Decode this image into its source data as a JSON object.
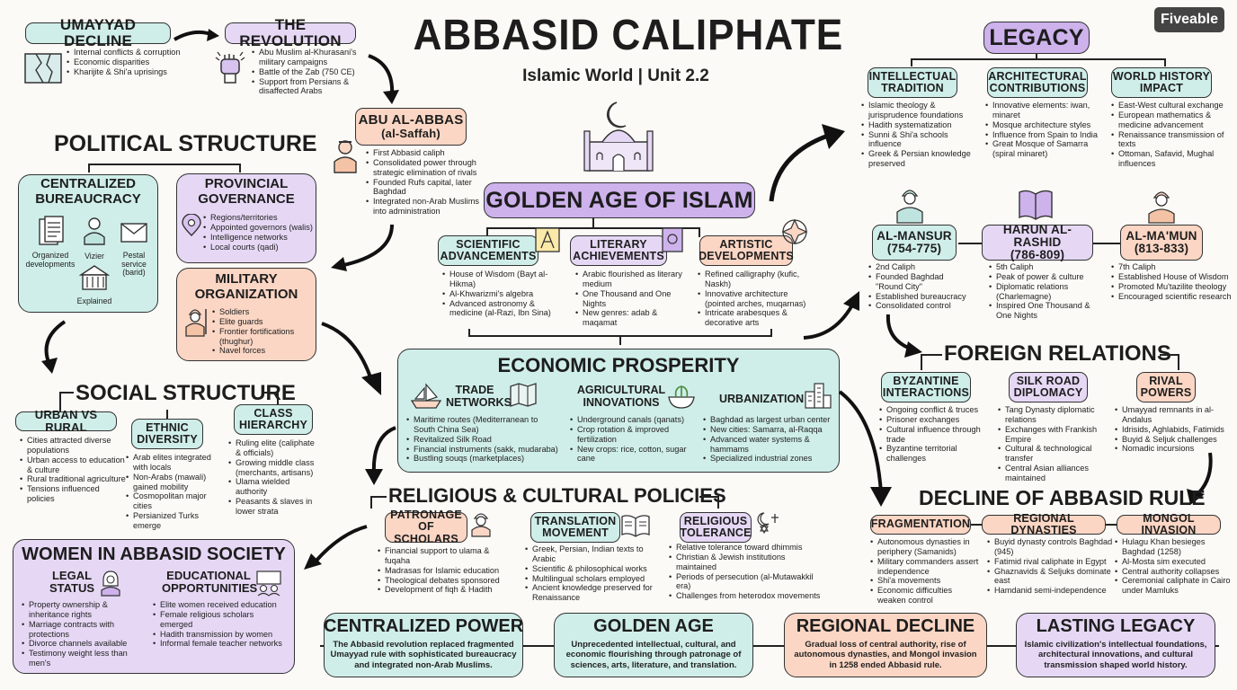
{
  "title": "ABBASID CALIPHATE",
  "subtitle": "Islamic World | Unit 2.2",
  "brand": "Fiveable",
  "colors": {
    "teal": "#cfeee9",
    "lavender": "#e6d8f5",
    "peach": "#fbd6c4",
    "ink": "#222222"
  },
  "umayyad": {
    "title": "UMAYYAD DECLINE",
    "items": [
      "Internal conflicts & corruption",
      "Economic disparities",
      "Kharijite & Shi'a uprisings"
    ]
  },
  "revolution": {
    "title": "THE REVOLUTION",
    "items": [
      "Abu Muslim al-Khurasani's military campaigns",
      "Battle of the Zab (750 CE)",
      "Support from Persians & disaffected Arabs"
    ]
  },
  "abu": {
    "title": "ABU AL-ABBAS",
    "sub": "(al-Saffah)",
    "items": [
      "First Abbasid caliph",
      "Consolidated power through strategic elimination of rivals",
      "Founded Rufs capital, later Baghdad",
      "Integrated non-Arab Muslims into administration"
    ]
  },
  "political": {
    "title": "POLITICAL STRUCTURE",
    "central": {
      "title": "CENTRALIZED BUREAUCRACY",
      "icons": [
        "Organized developments",
        "Vizier",
        "Pestal service (barid)",
        "Explained"
      ]
    },
    "provincial": {
      "title": "PROVINCIAL GOVERNANCE",
      "items": [
        "Regions/territories",
        "Appointed governors (walis)",
        "Intelligence networks",
        "Local courts (qadi)"
      ]
    },
    "military": {
      "title": "MILITARY ORGANIZATION",
      "items": [
        "Soldiers",
        "Elite guards",
        "Frontier fortifications (thughur)",
        "Navel forces"
      ]
    }
  },
  "social": {
    "title": "SOCIAL STRUCTURE",
    "urban": {
      "title": "URBAN VS RURAL",
      "items": [
        "Cities attracted diverse populations",
        "Urban access to education & culture",
        "Rural traditional agriculture",
        "Tensions influenced policies"
      ]
    },
    "ethnic": {
      "title": "ETHNIC DIVERSITY",
      "items": [
        "Arab elites integrated with locals",
        "Non-Arabs (mawali) gained mobility",
        "Cosmopolitan major cities",
        "Persianized Turks emerge"
      ]
    },
    "class": {
      "title": "CLASS HIERARCHY",
      "items": [
        "Ruling elite (caliphate & officials)",
        "Growing middle class (merchants, artisans)",
        "Ulama wielded authority",
        "Peasants & slaves in lower strata"
      ]
    }
  },
  "golden": {
    "title": "GOLDEN AGE OF ISLAM",
    "sci": {
      "title": "SCIENTIFIC ADVANCEMENTS",
      "items": [
        "House of Wisdom (Bayt al-Hikma)",
        "Al-Khwarizmi's algebra",
        "Advanced astronomy & medicine (al-Razi, Ibn Sina)"
      ]
    },
    "lit": {
      "title": "LITERARY ACHIEVEMENTS",
      "items": [
        "Arabic flourished as literary medium",
        "One Thousand and One Nights",
        "New genres: adab & maqamat"
      ]
    },
    "art": {
      "title": "ARTISTIC DEVELOPMENTS",
      "items": [
        "Refined calligraphy (kufic, Naskh)",
        "Innovative architecture (pointed arches, muqarnas)",
        "Intricate arabesques & decorative arts"
      ]
    }
  },
  "economic": {
    "title": "ECONOMIC PROSPERITY",
    "trade": {
      "title": "TRADE NETWORKS",
      "items": [
        "Maritime routes (Mediterranean to South China Sea)",
        "Revitalized Silk Road",
        "Financial instruments (sakk, mudaraba)",
        "Bustling souqs (marketplaces)"
      ]
    },
    "agri": {
      "title": "AGRICULTURAL INNOVATIONS",
      "items": [
        "Underground canals (qanats)",
        "Crop rotation & improved fertilization",
        "New crops: rice, cotton, sugar cane"
      ]
    },
    "urban": {
      "title": "URBANIZATION",
      "items": [
        "Baghdad as largest urban center",
        "New cities: Samarra, al-Raqqa",
        "Advanced water systems & hammams",
        "Specialized industrial zones"
      ]
    }
  },
  "religious": {
    "title": "RELIGIOUS & CULTURAL POLICIES",
    "patron": {
      "title": "PATRONAGE OF SCHOLARS",
      "items": [
        "Financial support to ulama & fuqaha",
        "Madrasas for Islamic education",
        "Theological debates sponsored",
        "Development of fiqh & Hadith"
      ]
    },
    "trans": {
      "title": "TRANSLATION MOVEMENT",
      "items": [
        "Greek, Persian, Indian texts to Arabic",
        "Scientific & philosophical works",
        "Multilingual scholars employed",
        "Ancient knowledge preserved for Renaissance"
      ]
    },
    "tol": {
      "title": "RELIGIOUS TOLERANCE",
      "items": [
        "Relative tolerance toward dhimmis",
        "Christian & Jewish institutions maintained",
        "Periods of persecution (al-Mutawakkil era)",
        "Challenges from heterodox movements"
      ]
    }
  },
  "women": {
    "title": "WOMEN IN ABBASID SOCIETY",
    "legal": {
      "title": "LEGAL STATUS",
      "items": [
        "Property ownership & inheritance rights",
        "Marriage contracts with protections",
        "Divorce channels available",
        "Testimony weight less than men's"
      ]
    },
    "edu": {
      "title": "EDUCATIONAL OPPORTUNITIES",
      "items": [
        "Elite women received education",
        "Female religious scholars emerged",
        "Hadith transmission by women",
        "Informal female teacher networks"
      ]
    }
  },
  "legacy": {
    "title": "LEGACY",
    "intel": {
      "title": "INTELLECTUAL TRADITION",
      "items": [
        "Islamic theology & jurisprudence foundations",
        "Hadith systematization",
        "Sunni & Shi'a schools influence",
        "Greek & Persian knowledge preserved"
      ]
    },
    "arch": {
      "title": "ARCHITECTURAL CONTRIBUTIONS",
      "items": [
        "Innovative elements: iwan, minaret",
        "Mosque architecture styles",
        "Influence from Spain to India",
        "Great Mosque of Samarra (spiral minaret)"
      ]
    },
    "world": {
      "title": "WORLD HISTORY IMPACT",
      "items": [
        "East-West cultural exchange",
        "European mathematics & medicine advancement",
        "Renaissance transmission of texts",
        "Ottoman, Safavid, Mughal influences"
      ]
    }
  },
  "rulers": {
    "mansur": {
      "title": "AL-MANSUR",
      "years": "(754-775)",
      "items": [
        "2nd Caliph",
        "Founded Baghdad \"Round City\"",
        "Established bureaucracy",
        "Consolidated control"
      ]
    },
    "harun": {
      "title": "HARUN AL-RASHID",
      "years": "(786-809)",
      "items": [
        "5th Caliph",
        "Peak of power & culture",
        "Diplomatic relations (Charlemagne)",
        "Inspired One Thousand & One Nights"
      ]
    },
    "mamun": {
      "title": "AL-MA'MUN",
      "years": "(813-833)",
      "items": [
        "7th Caliph",
        "Established House of Wisdom",
        "Promoted Mu'tazilite theology",
        "Encouraged scientific research"
      ]
    }
  },
  "foreign": {
    "title": "FOREIGN RELATIONS",
    "byz": {
      "title": "BYZANTINE INTERACTIONS",
      "items": [
        "Ongoing conflict & truces",
        "Prisoner exchanges",
        "Cultural influence through trade",
        "Byzantine territorial challenges"
      ]
    },
    "silk": {
      "title": "SILK ROAD DIPLOMACY",
      "items": [
        "Tang Dynasty diplomatic relations",
        "Exchanges with Frankish Empire",
        "Cultural & technological transfer",
        "Central Asian alliances maintained"
      ]
    },
    "rival": {
      "title": "RIVAL POWERS",
      "items": [
        "Umayyad remnants in al-Andalus",
        "Idrisids, Aghlabids, Fatimids",
        "Buyid & Seljuk challenges",
        "Nomadic incursions"
      ]
    }
  },
  "decline": {
    "title": "DECLINE OF ABBASID RULE",
    "frag": {
      "title": "FRAGMENTATION",
      "items": [
        "Autonomous dynasties in periphery (Samanids)",
        "Military commanders assert independence",
        "Shi'a movements",
        "Economic difficulties weaken control"
      ]
    },
    "reg": {
      "title": "REGIONAL DYNASTIES",
      "items": [
        "Buyid dynasty controls Baghdad (945)",
        "Fatimid rival caliphate in Egypt",
        "Ghaznavids & Seljuks dominate east",
        "Hamdanid semi-independence"
      ]
    },
    "mongol": {
      "title": "MONGOL INVASION",
      "items": [
        "Hulagu Khan besieges Baghdad (1258)",
        "Al-Mosta sim executed",
        "Central authority collapses",
        "Ceremonial caliphate in Cairo under Mamluks"
      ]
    }
  },
  "summary": [
    {
      "title": "CENTRALIZED POWER",
      "text": "The Abbasid revolution replaced fragmented Umayyad rule with sophisticated bureaucracy and integrated non-Arab Muslims."
    },
    {
      "title": "GOLDEN AGE",
      "text": "Unprecedented intellectual, cultural, and economic flourishing through patronage of sciences, arts, literature, and translation."
    },
    {
      "title": "REGIONAL DECLINE",
      "text": "Gradual loss of central authority, rise of autonomous dynasties, and Mongol invasion in 1258 ended Abbasid rule."
    },
    {
      "title": "LASTING LEGACY",
      "text": "Islamic civilization's intellectual foundations, architectural innovations, and cultural transmission shaped world history."
    }
  ]
}
